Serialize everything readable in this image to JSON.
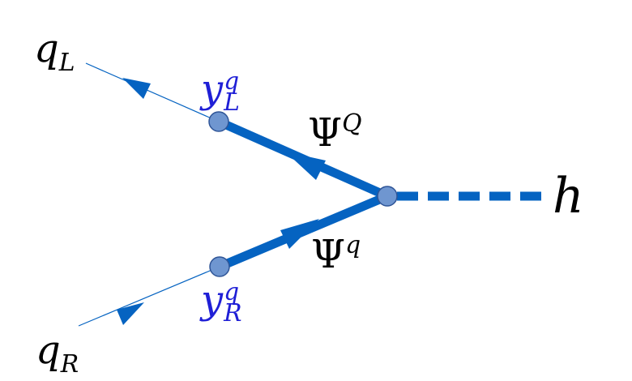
{
  "colors": {
    "line": "#0563C1",
    "node_fill": "#6F96D0",
    "node_stroke": "#2F5597",
    "coupling_text": "#1F1FD6",
    "text": "#000000"
  },
  "labels": {
    "q_left": {
      "base": "q",
      "sub": "L"
    },
    "q_right": {
      "base": "q",
      "sub": "R"
    },
    "higgs": "h",
    "yukawa_left": {
      "base": "y",
      "sup": "q",
      "sub": "L"
    },
    "yukawa_right": {
      "base": "y",
      "sup": "q",
      "sub": "R"
    },
    "psi_upper": {
      "base": "Ψ",
      "sup": "Q"
    },
    "psi_lower": {
      "base": "Ψ",
      "sup": "q"
    }
  }
}
